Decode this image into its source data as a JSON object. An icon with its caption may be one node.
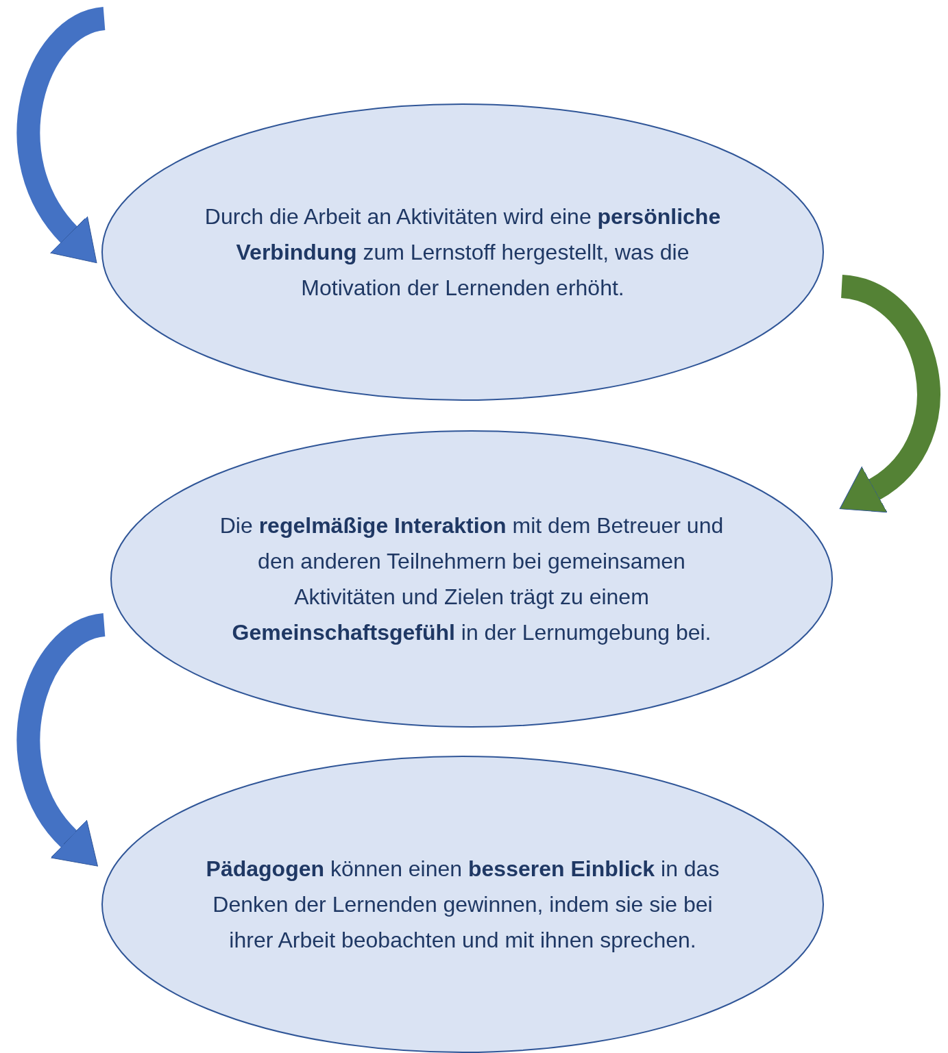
{
  "diagram": {
    "nodes": [
      {
        "text": [
          "Durch die Arbeit an Aktivitäten wird eine **persönliche Verbindung** zum Lernstoff hergestellt, was die Motivation der Lernenden erhöht."
        ]
      },
      {
        "text": [
          "Die **regelmäßige Interaktion** mit dem Betreuer und den anderen Teilnehmern bei gemeinsamen Aktivitäten und Zielen trägt zu einem **Gemeinschaftsgefühl** in der Lernumgebung bei."
        ]
      },
      {
        "text": [
          "**Pädagogen** können einen **besseren Einblick** in das Denken der Lernenden gewinnen, indem sie sie bei ihrer Arbeit beobachten und mit ihnen sprechen."
        ]
      }
    ],
    "edges": [
      {
        "from": null,
        "to": 0,
        "arrow": "to"
      },
      {
        "from": 0,
        "to": 1,
        "arrow": "to",
        "color": "#548235"
      },
      {
        "from": 1,
        "to": 2,
        "arrow": "to"
      }
    ]
  }
}
